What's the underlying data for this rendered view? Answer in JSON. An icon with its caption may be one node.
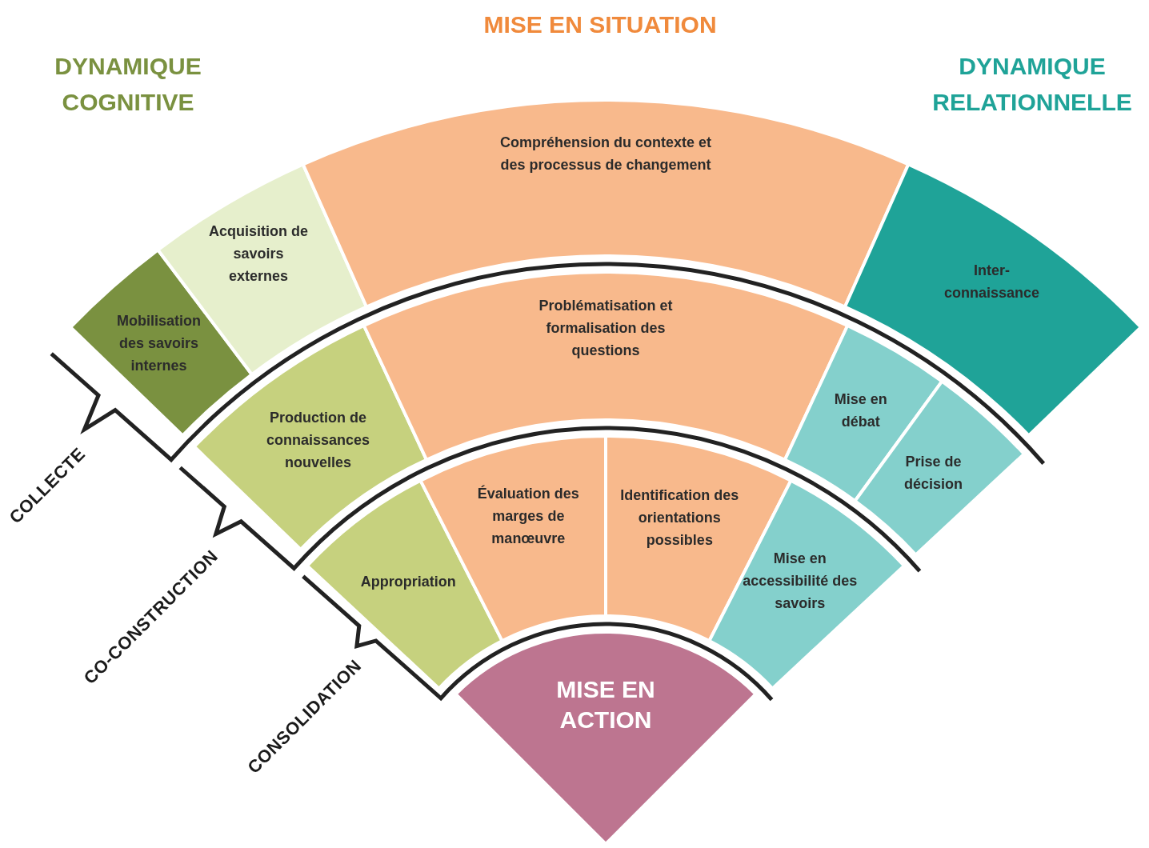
{
  "diagram": {
    "nodes": [
      {
        "text": [
          "Mobilisation des savoirs internes"
        ]
      },
      {
        "text": [
          "Acquisition de savoirs externes"
        ]
      },
      {
        "text": [
          "Compréhension du contexte et des processus de changement"
        ]
      },
      {
        "text": [
          "Inter- connaissance"
        ]
      },
      {
        "text": [
          "Production de connaissances nouvelles"
        ]
      },
      {
        "text": [
          "Problématisation et formalisation des questions"
        ]
      },
      {
        "text": [
          "Mise en débat"
        ]
      },
      {
        "text": [
          "Prise de décision"
        ]
      },
      {
        "text": [
          "Appropriation"
        ]
      },
      {
        "text": [
          "Évaluation des marges de manœuvre"
        ]
      },
      {
        "text": [
          "Identification des orientations possibles"
        ]
      },
      {
        "text": [
          "Mise en accessibilité des savoirs"
        ]
      },
      {
        "text": [
          "MISE EN ACTION"
        ]
      }
    ],
    "labels": [
      "MISE EN SITUATION",
      "DYNAMIQUE COGNITIVE",
      "DYNAMIQUE RELATIONNELLE",
      "COLLECTE",
      "CO-CONSTRUCTION",
      "CONSOLIDATION"
    ]
  }
}
